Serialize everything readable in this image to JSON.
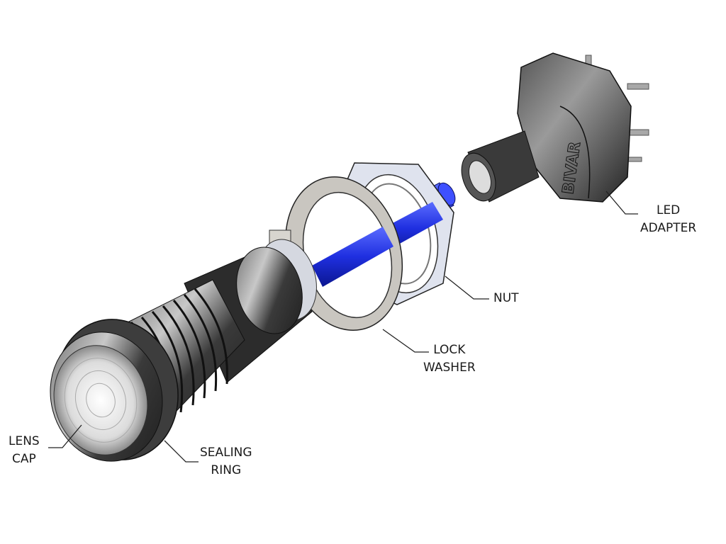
{
  "labels": {
    "led_adapter": [
      "LED",
      "ADAPTER"
    ],
    "nut": [
      "NUT"
    ],
    "lock_washer": [
      "LOCK",
      "WASHER"
    ],
    "lens_cap": [
      "LENS",
      "CAP"
    ],
    "sealing_ring": [
      "SEALING",
      "RING"
    ]
  },
  "logo_text": "BIVAR",
  "colors": {
    "rod": "#1f2fe0",
    "body": "#3a3a3a",
    "washer": "#c9c6c0",
    "nut": "#dfe3ee"
  }
}
